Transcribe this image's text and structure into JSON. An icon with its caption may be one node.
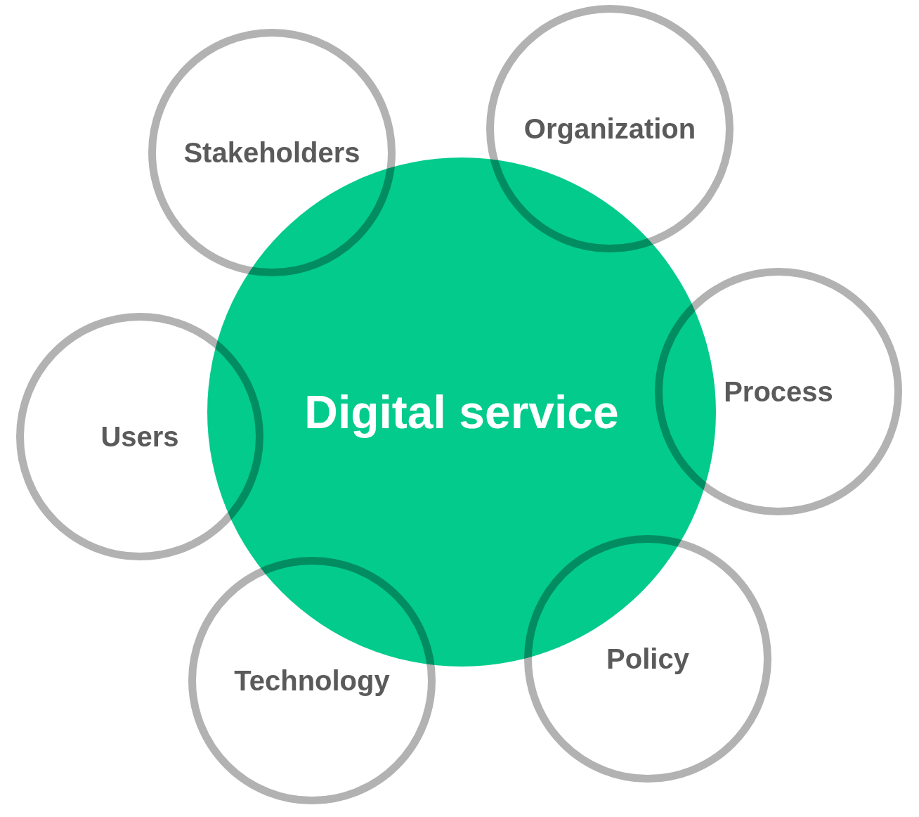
{
  "diagram": {
    "nodes": [
      {
        "text": [
          "Digital service"
        ]
      },
      {
        "text": [
          "Stakeholders"
        ]
      },
      {
        "text": [
          "Organization"
        ]
      },
      {
        "text": [
          "Users"
        ]
      },
      {
        "text": [
          "Process"
        ]
      },
      {
        "text": [
          "Technology"
        ]
      },
      {
        "text": [
          "Policy"
        ]
      }
    ]
  }
}
